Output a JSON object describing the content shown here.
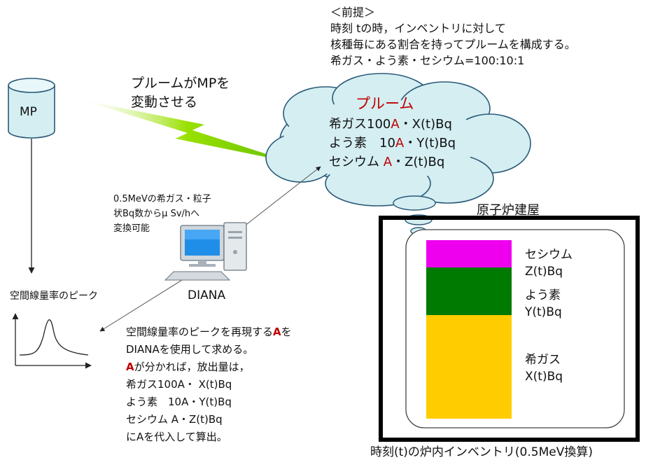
{
  "premise": {
    "heading": "＜前提＞",
    "line1": "時刻 tの時，インベントリに対して",
    "line2": "核種毎にある割合を持ってプルームを構成する。",
    "line3": "希ガス・よう素・セシウム=100:10:1"
  },
  "mp_label": "MP",
  "plume_effect": {
    "line1": "プルームがMPを",
    "line2": "変動させる"
  },
  "cloud": {
    "title": "プルーム",
    "noble_gas": {
      "prefix": "希ガス100",
      "a": "A",
      "suffix": "・X(t)Bq"
    },
    "iodine": {
      "prefix": "よう素　10",
      "a": "A",
      "suffix": "・Y(t)Bq"
    },
    "cesium": {
      "prefix": "セシウム ",
      "a": "A",
      "suffix": "・Z(t)Bq"
    }
  },
  "conversion_note": {
    "line1": "0.5MeVの希ガス・粒子",
    "line2": "状Bq数からμ Sv/hへ",
    "line3": "変換可能"
  },
  "computer_label": "DIANA",
  "dose_peak_label": "空間線量率のピーク",
  "procedure": {
    "line1_pre": "空間線量率のピークを再現する",
    "line1_a": "A",
    "line1_post": "を",
    "line2": "DIANAを使用して求める。",
    "line3_a": "A",
    "line3_post": "が分かれば，放出量は，",
    "line4": "希ガス100A・ X(t)Bq",
    "line5": "よう素　10A・Y(t)Bq",
    "line6": "セシウム A・Z(t)Bq",
    "line7": "にAを代入して算出。"
  },
  "building": {
    "title": "原子炉建屋",
    "inventory_caption": "時刻(t)の炉内インベントリ(0.5MeV換算)",
    "layers": [
      {
        "name": "セシウム",
        "amount": "Z(t)Bq",
        "color": "#ee00ee"
      },
      {
        "name": "よう素",
        "amount": "Y(t)Bq",
        "color": "#007a00"
      },
      {
        "name": "希ガス",
        "amount": "X(t)Bq",
        "color": "#ffcc00"
      }
    ]
  },
  "colors": {
    "cloud_fill": "#d4eef2",
    "cloud_stroke": "#2a5a78",
    "cylinder_fill": "#d4eef2",
    "lightning": "#99e000",
    "accent_red": "#c00000"
  }
}
